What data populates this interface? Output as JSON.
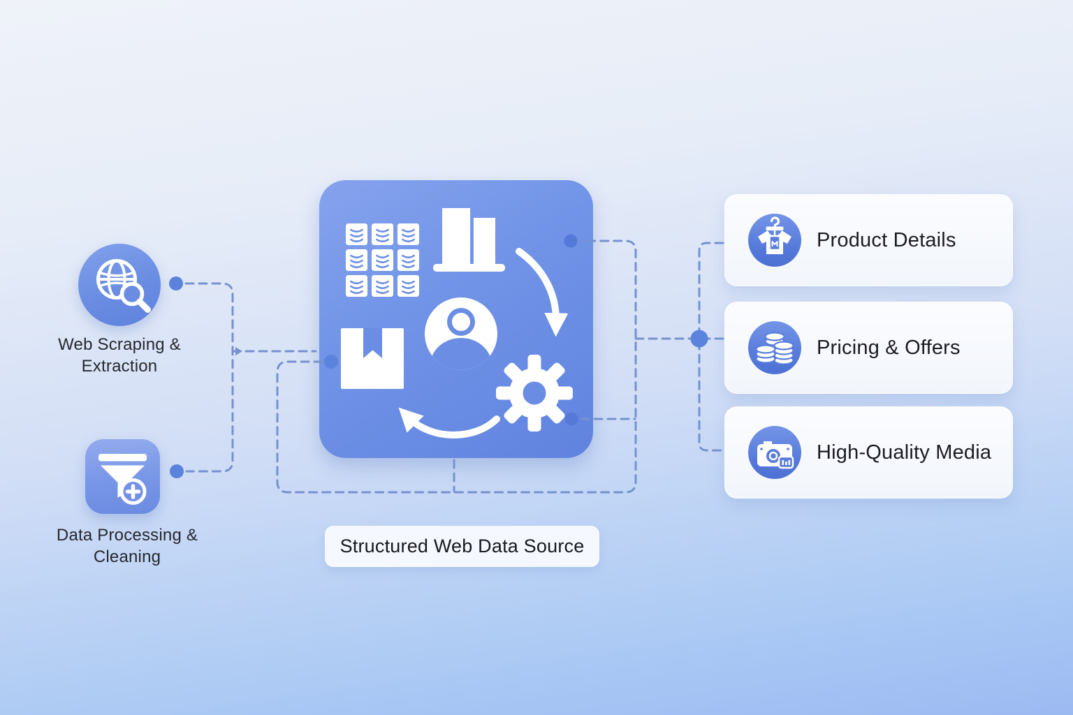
{
  "diagram": {
    "inputs": [
      {
        "icon": "globe-search-icon",
        "label": [
          "Web Scraping &",
          "Extraction"
        ]
      },
      {
        "icon": "funnel-plus-icon",
        "label": [
          "Data Processing &",
          "Cleaning"
        ]
      }
    ],
    "hub": {
      "icon": "data-hub-icon",
      "caption": "Structured Web Data Source"
    },
    "outputs": [
      {
        "icon": "tshirt-tag-icon",
        "label": "Product Details"
      },
      {
        "icon": "coins-icon",
        "label": "Pricing & Offers"
      },
      {
        "icon": "camera-hq-icon",
        "label": "High-Quality Media"
      }
    ],
    "colors": {
      "background_top": "#eff2f9",
      "background_bottom": "#9cbaf2",
      "hub_blue": "#7093e7",
      "node_blue": "#6a8de2",
      "card_icon_blue": "#5478d9",
      "card_bg": "#f6f8fd",
      "connector": "#7691cf",
      "dot": "#5b82dd",
      "text_dark": "#1b1c21"
    }
  }
}
